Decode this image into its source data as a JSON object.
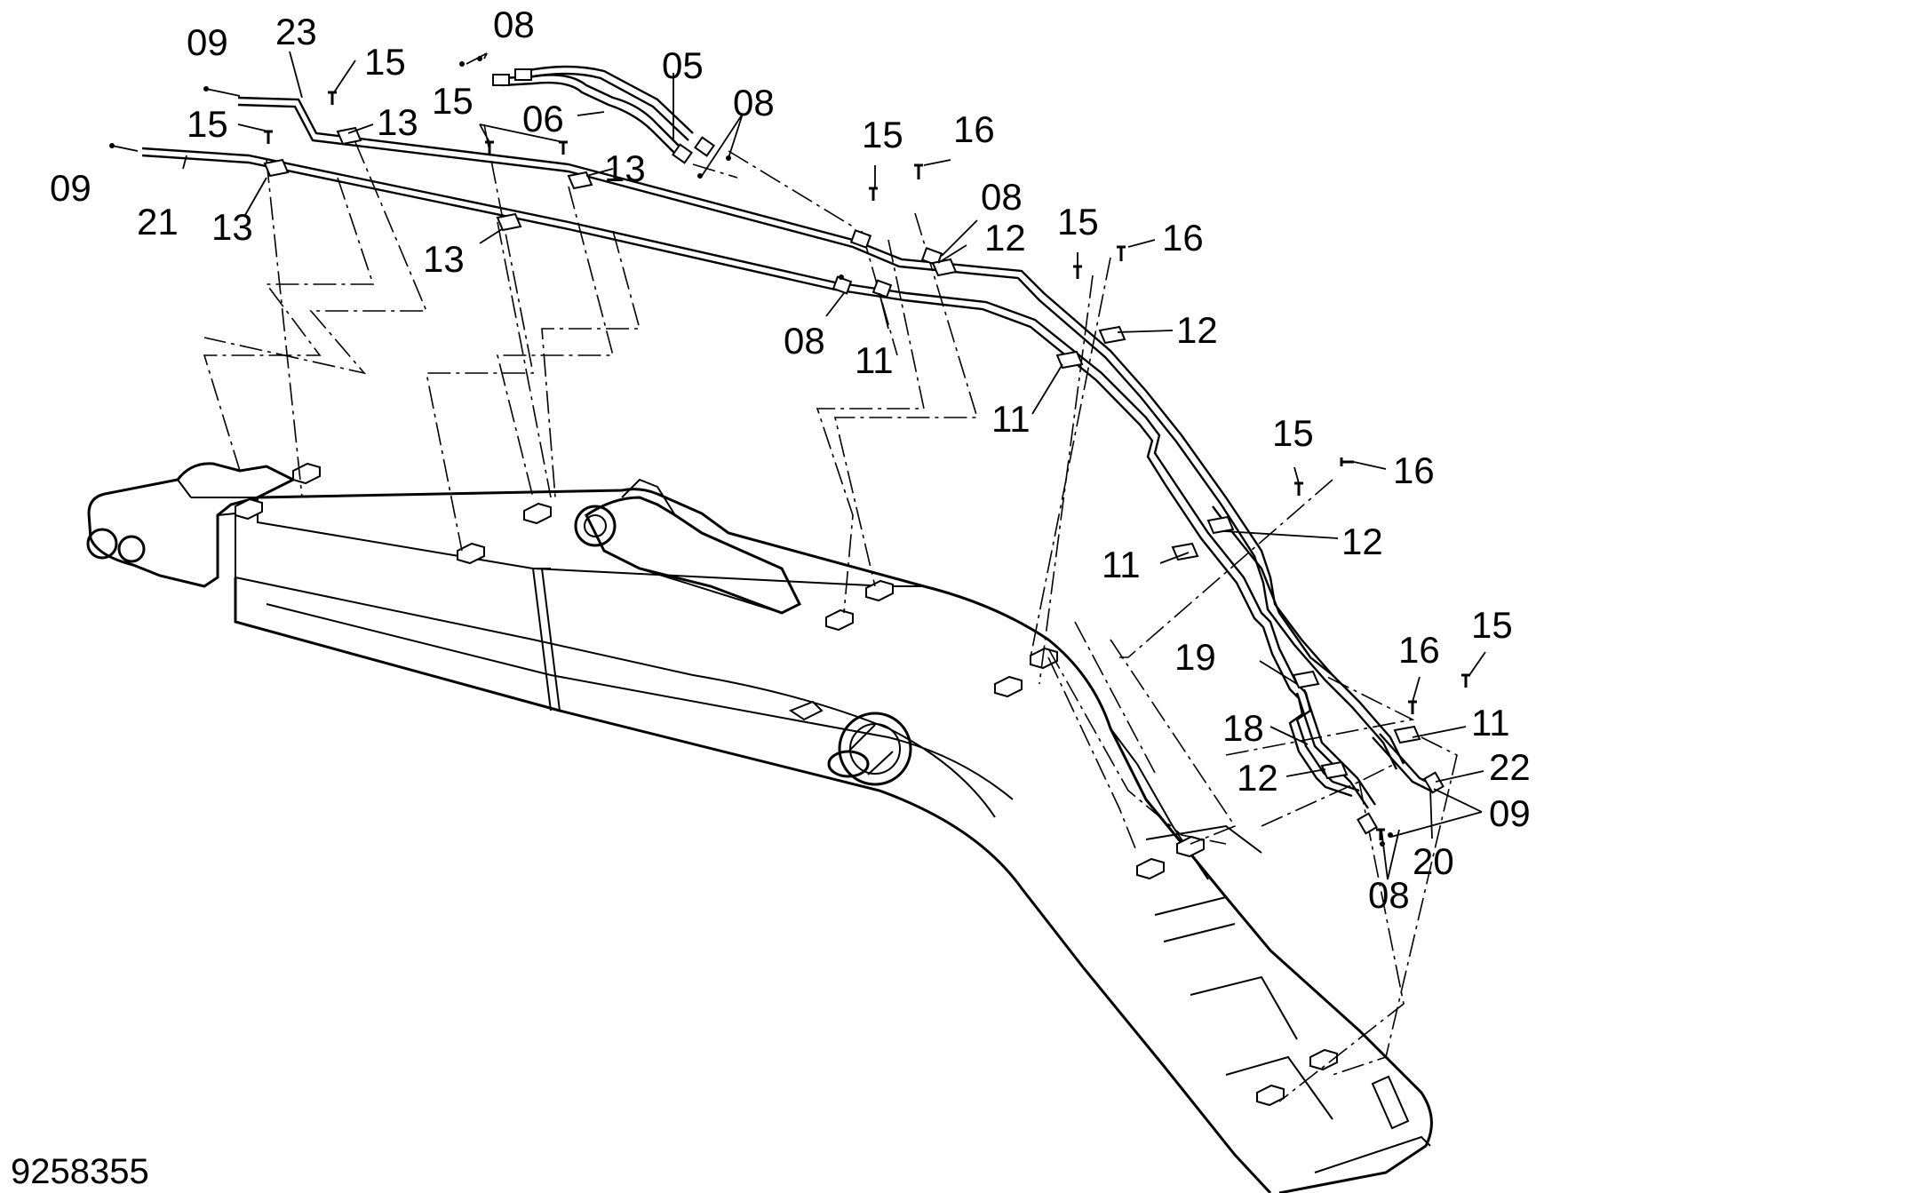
{
  "drawing": {
    "reference_number": "9258355",
    "callouts": [
      {
        "id": "c1",
        "text": "09"
      },
      {
        "id": "c2",
        "text": "23"
      },
      {
        "id": "c3",
        "text": "15"
      },
      {
        "id": "c4",
        "text": "08"
      },
      {
        "id": "c5",
        "text": "05"
      },
      {
        "id": "c6",
        "text": "15"
      },
      {
        "id": "c7",
        "text": "13"
      },
      {
        "id": "c8",
        "text": "15"
      },
      {
        "id": "c9",
        "text": "06"
      },
      {
        "id": "c10",
        "text": "08"
      },
      {
        "id": "c11",
        "text": "09"
      },
      {
        "id": "c12",
        "text": "21"
      },
      {
        "id": "c13",
        "text": "13"
      },
      {
        "id": "c14",
        "text": "13"
      },
      {
        "id": "c15",
        "text": "13"
      },
      {
        "id": "c16",
        "text": "15"
      },
      {
        "id": "c17",
        "text": "16"
      },
      {
        "id": "c18",
        "text": "08"
      },
      {
        "id": "c19",
        "text": "12"
      },
      {
        "id": "c20",
        "text": "15"
      },
      {
        "id": "c21",
        "text": "16"
      },
      {
        "id": "c22",
        "text": "12"
      },
      {
        "id": "c23",
        "text": "08"
      },
      {
        "id": "c24",
        "text": "11"
      },
      {
        "id": "c25",
        "text": "11"
      },
      {
        "id": "c26",
        "text": "15"
      },
      {
        "id": "c27",
        "text": "16"
      },
      {
        "id": "c28",
        "text": "12"
      },
      {
        "id": "c29",
        "text": "11"
      },
      {
        "id": "c30",
        "text": "19"
      },
      {
        "id": "c31",
        "text": "16"
      },
      {
        "id": "c32",
        "text": "15"
      },
      {
        "id": "c33",
        "text": "18"
      },
      {
        "id": "c34",
        "text": "11"
      },
      {
        "id": "c35",
        "text": "12"
      },
      {
        "id": "c36",
        "text": "22"
      },
      {
        "id": "c37",
        "text": "09"
      },
      {
        "id": "c38",
        "text": "20"
      },
      {
        "id": "c39",
        "text": "08"
      }
    ]
  }
}
